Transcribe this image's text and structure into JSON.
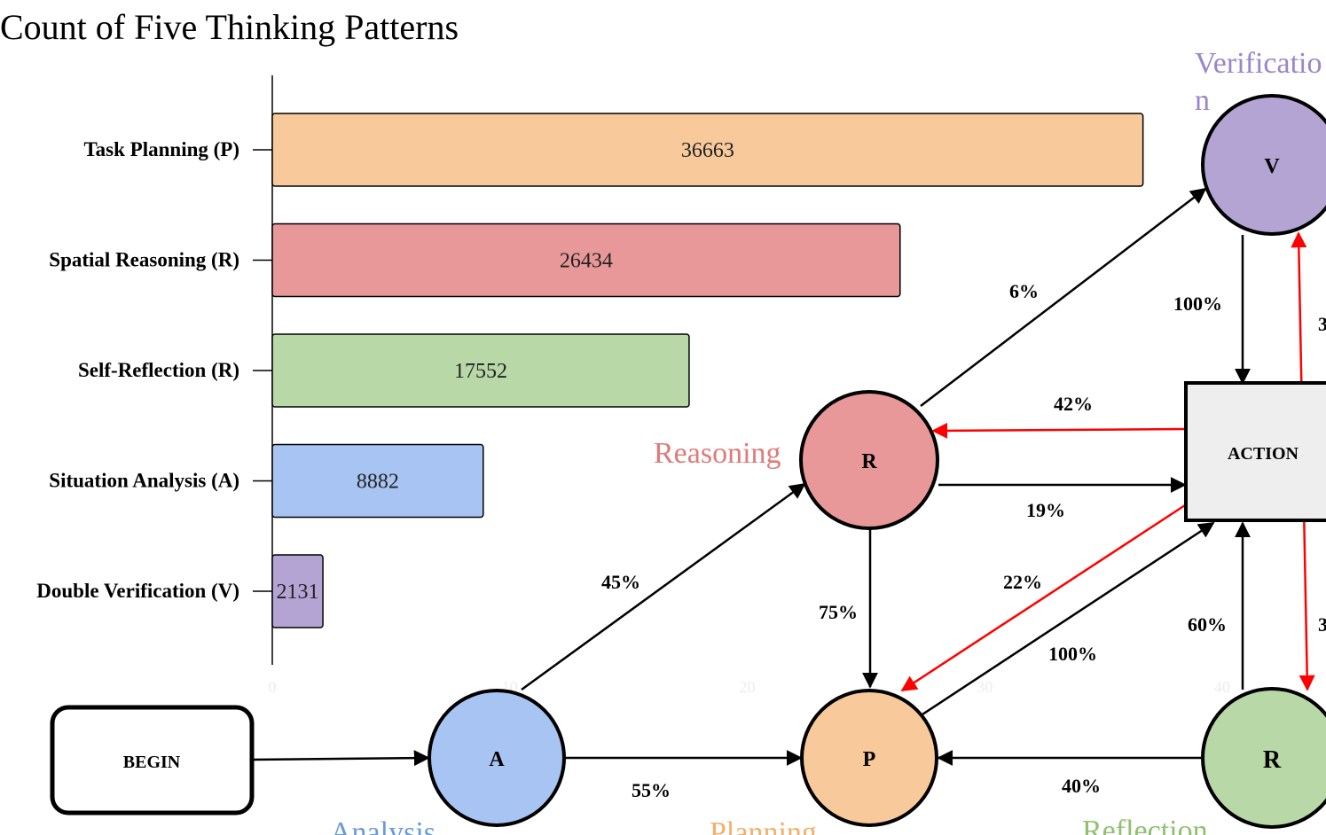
{
  "chart_data": {
    "type": "bar",
    "orientation": "horizontal",
    "title": "Count of Five Thinking Patterns",
    "categories": [
      "Task Planning (P)",
      "Spatial Reasoning (R)",
      "Self-Reflection (R)",
      "Situation Analysis (A)",
      "Double Verification (V)"
    ],
    "values": [
      36663,
      26434,
      17552,
      8882,
      2131
    ],
    "colors": [
      "#f8c99b",
      "#e89898",
      "#b8d8a8",
      "#a7c4f2",
      "#b4a4d4"
    ],
    "data_labels": [
      "36663",
      "26434",
      "17552",
      "8882",
      "2131"
    ],
    "xlim": [
      0,
      40000
    ],
    "tick_labels": [
      "0",
      "10",
      "20",
      "30",
      "40"
    ],
    "grid": false
  },
  "diagram": {
    "nodes": {
      "begin": "BEGIN",
      "action": "ACTION",
      "A": "A",
      "R_reason": "R",
      "P": "P",
      "V": "V",
      "R_reflect": "R"
    },
    "captions": {
      "analysis": "Analysis",
      "reasoning": "Reasoning",
      "planning": "Planning",
      "verification_line1": "Verificatio",
      "verification_line2": "n",
      "reflection": "Reflection"
    },
    "edge_labels": {
      "A_to_R": "45%",
      "A_to_P": "55%",
      "R_to_V": "6%",
      "R_to_P": "75%",
      "R_to_ACTION": "19%",
      "ACTION_to_R": "42%",
      "ACTION_to_P": "22%",
      "P_to_ACTION": "100%",
      "V_to_ACTION": "100%",
      "Reflect_to_ACTION": "60%",
      "Reflect_to_P": "40%",
      "right_top": "3",
      "right_bottom": "3"
    }
  }
}
